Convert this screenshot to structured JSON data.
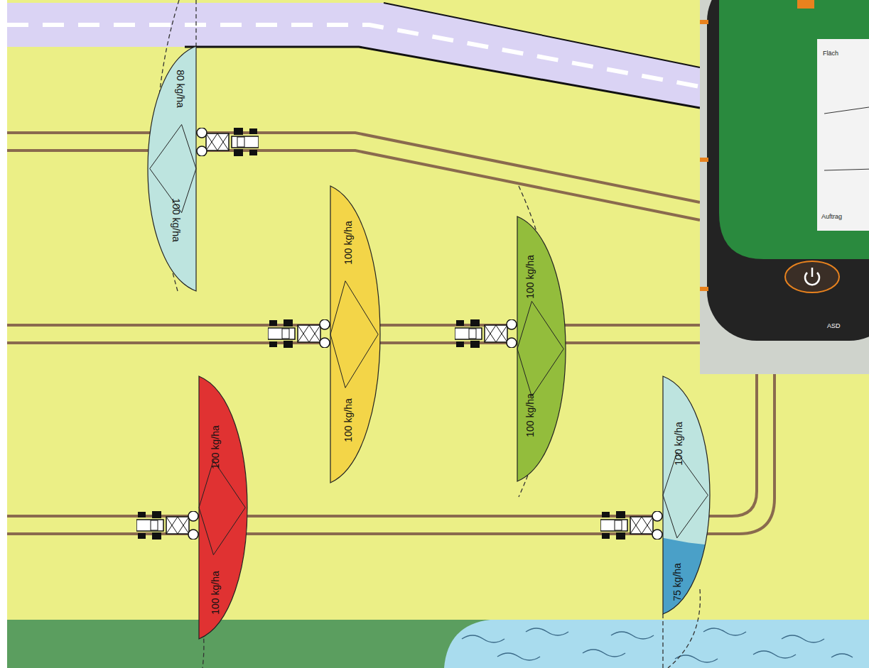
{
  "diagram": {
    "nodes": [
      {
        "text": [
          "80 kg/ha",
          "100 kg/ha"
        ]
      },
      {
        "text": [
          "100 kg/ha",
          "100 kg/ha"
        ]
      },
      {
        "text": [
          "100 kg/ha",
          "100 kg/ha"
        ]
      },
      {
        "text": [
          "100 kg/ha",
          "100 kg/ha"
        ]
      },
      {
        "text": [
          "100 kg/ha",
          "75 kg/ha"
        ]
      }
    ],
    "labels": [
      "Fläch",
      "Auftrag",
      "ASD"
    ]
  }
}
